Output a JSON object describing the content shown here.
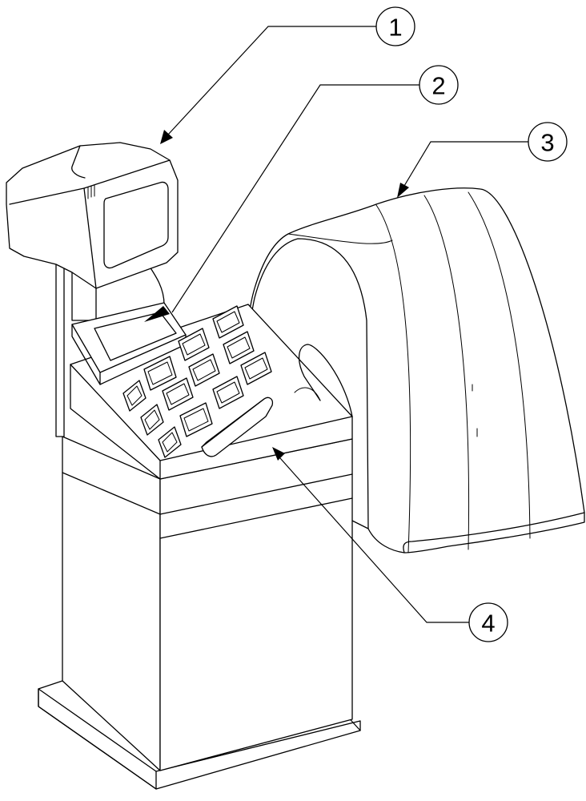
{
  "figure": {
    "callouts": [
      {
        "label": "1",
        "target": "display-monitor"
      },
      {
        "label": "2",
        "target": "lcd-readout"
      },
      {
        "label": "3",
        "target": "wheel-guard"
      },
      {
        "label": "4",
        "target": "keypad-tray"
      }
    ],
    "colors": {
      "line": "#000000",
      "background": "#ffffff"
    }
  }
}
